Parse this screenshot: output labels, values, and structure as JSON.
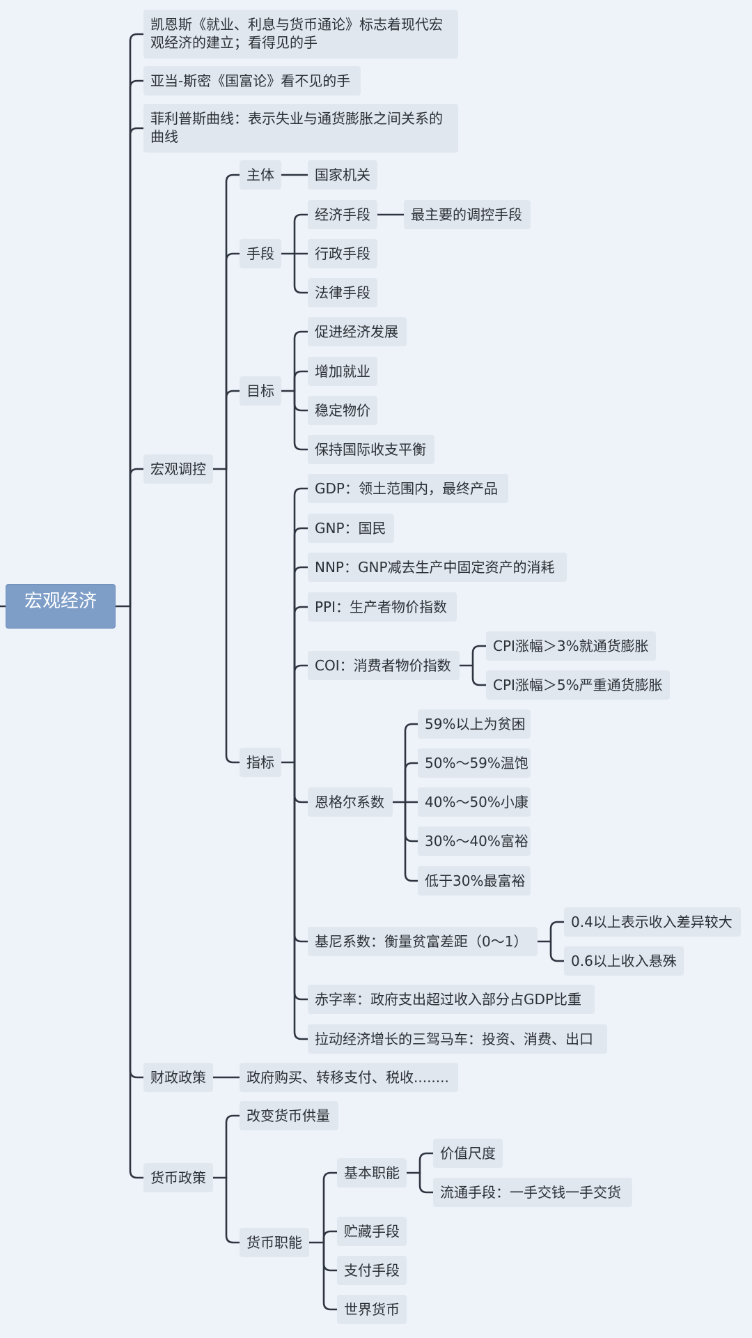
{
  "diagram": {
    "type": "mind-map",
    "colors": {
      "background": "#eef3fa",
      "node": "#e1e7ef",
      "root": "#7e9ec8",
      "line": "#2f3540",
      "text": "#2b2f36"
    },
    "root": {
      "id": "root",
      "label": "宏观经济",
      "children": [
        {
          "id": "keynes",
          "label": "凯恩斯《就业、利息与货币通论》标志着现代宏观经济的建立；看得见的手"
        },
        {
          "id": "smith",
          "label": "亚当-斯密《国富论》看不见的手"
        },
        {
          "id": "phillips",
          "label": "菲利普斯曲线：表示失业与通货膨胀之间关系的曲线"
        },
        {
          "id": "macro_control",
          "label": "宏观调控",
          "children": [
            {
              "id": "subject",
              "label": "主体",
              "children": [
                {
                  "id": "state_organs",
                  "label": "国家机关"
                }
              ]
            },
            {
              "id": "means",
              "label": "手段",
              "children": [
                {
                  "id": "econ_means",
                  "label": "经济手段",
                  "children": [
                    {
                      "id": "main_means",
                      "label": "最主要的调控手段"
                    }
                  ]
                },
                {
                  "id": "admin_means",
                  "label": "行政手段"
                },
                {
                  "id": "legal_means",
                  "label": "法律手段"
                }
              ]
            },
            {
              "id": "goals",
              "label": "目标",
              "children": [
                {
                  "id": "g1",
                  "label": "促进经济发展"
                },
                {
                  "id": "g2",
                  "label": "增加就业"
                },
                {
                  "id": "g3",
                  "label": "稳定物价"
                },
                {
                  "id": "g4",
                  "label": "保持国际收支平衡"
                }
              ]
            },
            {
              "id": "indicators",
              "label": "指标",
              "children": [
                {
                  "id": "gdp",
                  "label": "GDP：领土范围内，最终产品"
                },
                {
                  "id": "gnp",
                  "label": "GNP：国民"
                },
                {
                  "id": "nnp",
                  "label": "NNP：GNP减去生产中固定资产的消耗"
                },
                {
                  "id": "ppi",
                  "label": "PPI：生产者物价指数"
                },
                {
                  "id": "coi",
                  "label": "COI：消费者物价指数",
                  "children": [
                    {
                      "id": "cpi3",
                      "label": "CPI涨幅＞3%就通货膨胀"
                    },
                    {
                      "id": "cpi5",
                      "label": "CPI涨幅＞5%严重通货膨胀"
                    }
                  ]
                },
                {
                  "id": "engel",
                  "label": "恩格尔系数",
                  "children": [
                    {
                      "id": "e1",
                      "label": "59%以上为贫困"
                    },
                    {
                      "id": "e2",
                      "label": "50%～59%温饱"
                    },
                    {
                      "id": "e3",
                      "label": "40%～50%小康"
                    },
                    {
                      "id": "e4",
                      "label": "30%～40%富裕"
                    },
                    {
                      "id": "e5",
                      "label": "低于30%最富裕"
                    }
                  ]
                },
                {
                  "id": "gini",
                  "label": "基尼系数：衡量贫富差距（0～1）",
                  "children": [
                    {
                      "id": "gini1",
                      "label": "0.4以上表示收入差异较大"
                    },
                    {
                      "id": "gini2",
                      "label": "0.6以上收入悬殊"
                    }
                  ]
                },
                {
                  "id": "deficit",
                  "label": "赤字率：政府支出超过收入部分占GDP比重"
                },
                {
                  "id": "troika",
                  "label": "拉动经济增长的三驾马车：投资、消费、出口"
                }
              ]
            }
          ]
        },
        {
          "id": "fiscal",
          "label": "财政政策",
          "children": [
            {
              "id": "fiscal_tools",
              "label": "政府购买、转移支付、税收........"
            }
          ]
        },
        {
          "id": "monetary",
          "label": "货币政策",
          "children": [
            {
              "id": "money_supply",
              "label": "改变货币供量"
            },
            {
              "id": "money_functions",
              "label": "货币职能",
              "children": [
                {
                  "id": "basic_functions",
                  "label": "基本职能",
                  "children": [
                    {
                      "id": "value_measure",
                      "label": "价值尺度"
                    },
                    {
                      "id": "circulation",
                      "label": "流通手段：一手交钱一手交货"
                    }
                  ]
                },
                {
                  "id": "store",
                  "label": "贮藏手段"
                },
                {
                  "id": "payment",
                  "label": "支付手段"
                },
                {
                  "id": "world_money",
                  "label": "世界货币"
                }
              ]
            }
          ]
        }
      ]
    }
  }
}
